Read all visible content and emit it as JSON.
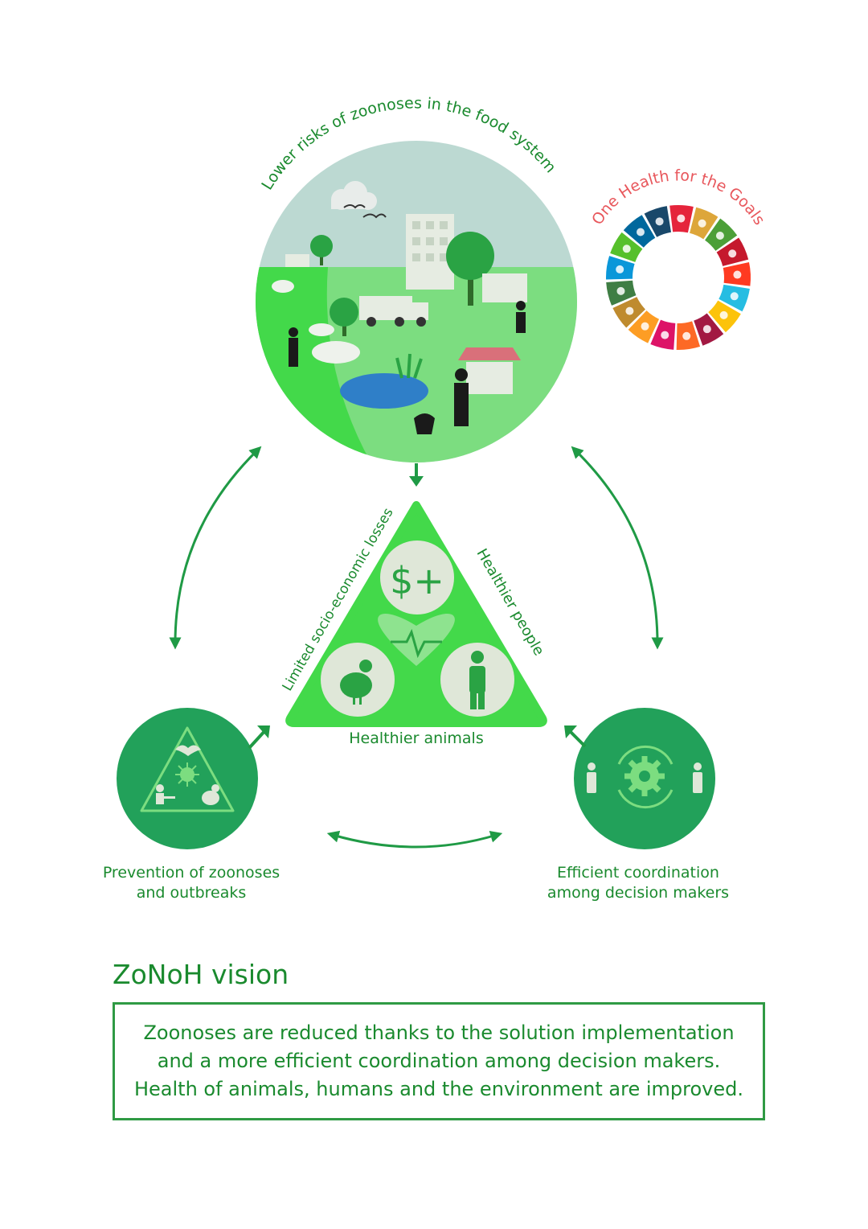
{
  "labels": {
    "top_arc": "Lower risks of zoonoses in the food system",
    "sdg_arc": "One Health for the Goals",
    "triangle_left": "Limited socio-economic losses",
    "triangle_right": "Healthier people",
    "triangle_bottom": "Healthier animals",
    "triangle_money": "$+",
    "prevention": [
      "Prevention of zoonoses",
      "and outbreaks"
    ],
    "coordination": [
      "Efficient coordination",
      "among decision makers"
    ]
  },
  "vision": {
    "title": "ZoNoH vision",
    "lines": [
      "Zoonoses are reduced thanks to the solution implementation",
      "and a more efficient coordination among decision makers.",
      "Health of animals, humans and the environment are improved."
    ]
  },
  "sdg_colors": [
    "#e5243b",
    "#dda63a",
    "#4c9f38",
    "#c5192d",
    "#ff3a21",
    "#26bde2",
    "#fcc30b",
    "#a21942",
    "#fd6925",
    "#dd1367",
    "#fd9d24",
    "#bf8b2e",
    "#3f7e44",
    "#0a97d9",
    "#56c02b",
    "#00689d",
    "#19486a"
  ],
  "colors": {
    "dark_green": "#22a15a",
    "light_green": "#7cdd80",
    "bright_green": "#43d94a",
    "text_green": "#1a8a2e",
    "sdg_text": "#e8575c"
  }
}
